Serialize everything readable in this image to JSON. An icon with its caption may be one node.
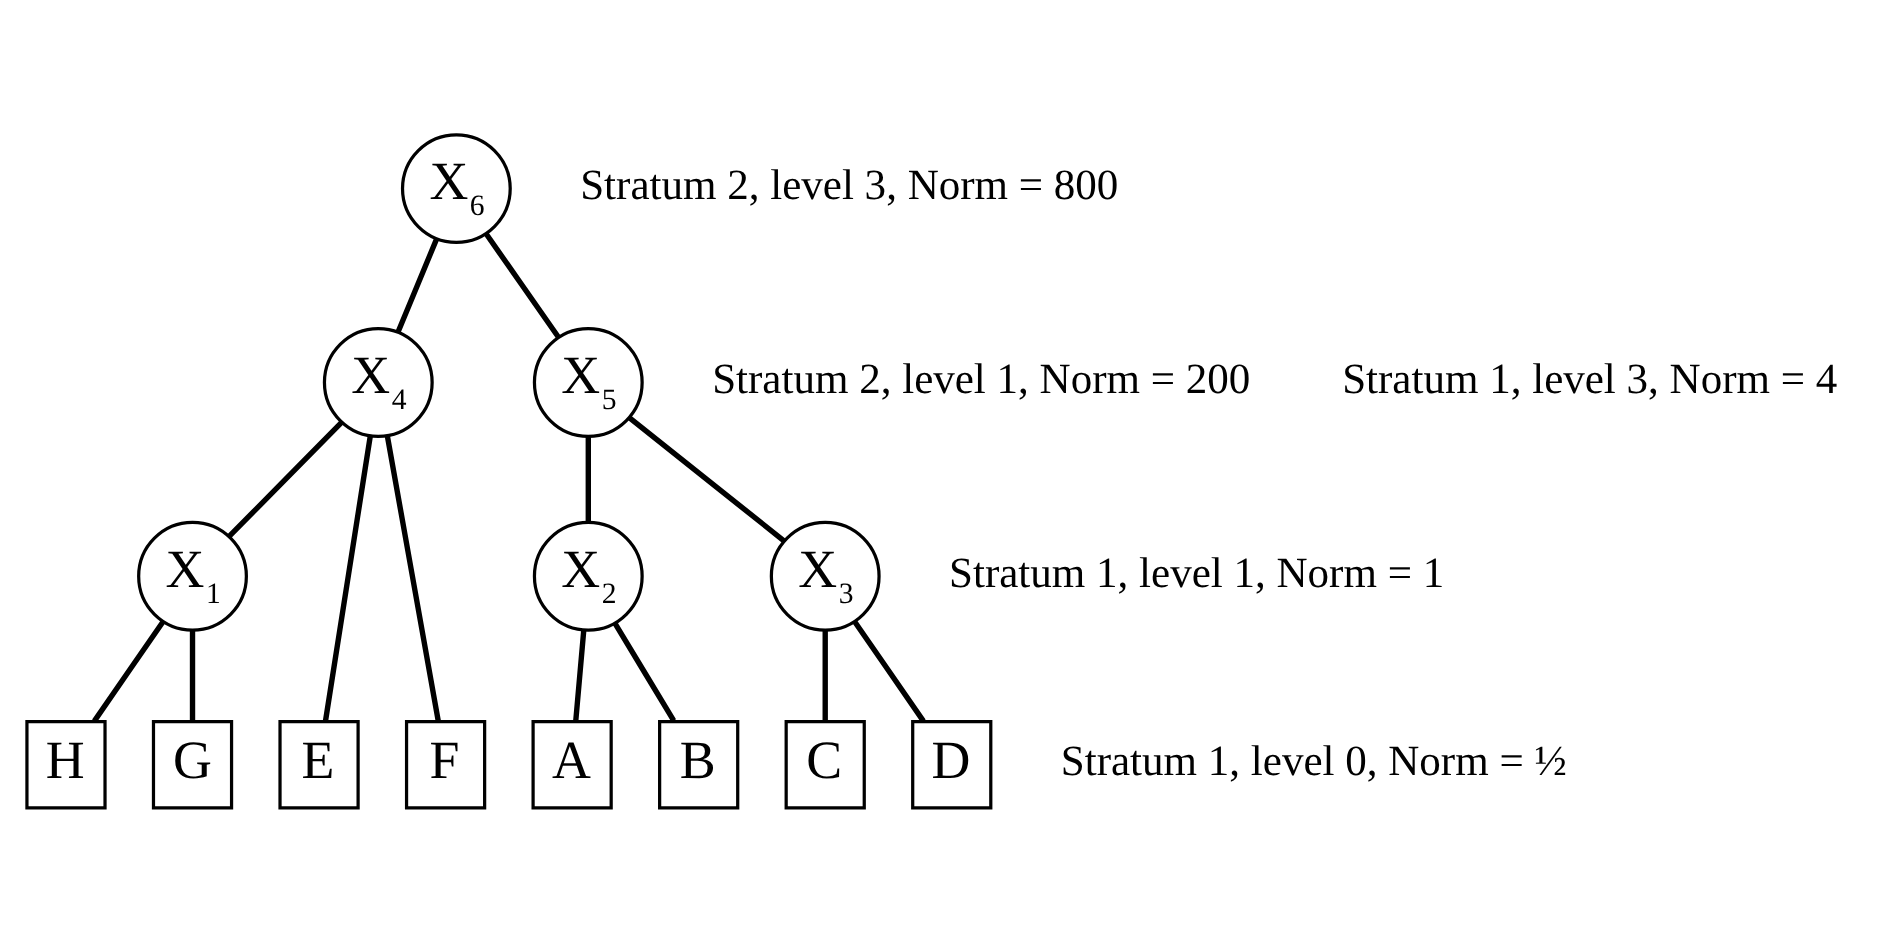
{
  "diagram": {
    "nodes": [
      {
        "text": [
          "X$_{6}$"
        ]
      },
      {
        "text": [
          "X$_{4}$"
        ]
      },
      {
        "text": [
          "X$_{5}$"
        ]
      },
      {
        "text": [
          "X$_{1}$"
        ]
      },
      {
        "text": [
          "X$_{2}$"
        ]
      },
      {
        "text": [
          "X$_{3}$"
        ]
      },
      {
        "text": [
          "H"
        ]
      },
      {
        "text": [
          "G"
        ]
      },
      {
        "text": [
          "E"
        ]
      },
      {
        "text": [
          "F"
        ]
      },
      {
        "text": [
          "A"
        ]
      },
      {
        "text": [
          "B"
        ]
      },
      {
        "text": [
          "C"
        ]
      },
      {
        "text": [
          "D"
        ]
      }
    ],
    "edges": [
      {
        "from": 0,
        "to": 1,
        "arrow": "none"
      },
      {
        "from": 0,
        "to": 2,
        "arrow": "none"
      },
      {
        "from": 1,
        "to": 3,
        "arrow": "none"
      },
      {
        "from": 1,
        "to": 8,
        "arrow": "none"
      },
      {
        "from": 1,
        "to": 9,
        "arrow": "none"
      },
      {
        "from": 2,
        "to": 4,
        "arrow": "none"
      },
      {
        "from": 2,
        "to": 5,
        "arrow": "none"
      },
      {
        "from": 3,
        "to": 6,
        "arrow": "none"
      },
      {
        "from": 3,
        "to": 7,
        "arrow": "none"
      },
      {
        "from": 4,
        "to": 10,
        "arrow": "none"
      },
      {
        "from": 4,
        "to": 11,
        "arrow": "none"
      },
      {
        "from": 5,
        "to": 12,
        "arrow": "none"
      },
      {
        "from": 5,
        "to": 13,
        "arrow": "none"
      }
    ],
    "labels": [
      "Stratum 2, level 3, Norm = 800",
      "Stratum 2, level 1, Norm = 200",
      "Stratum 1, level 3, Norm = 4",
      "Stratum 1, level 1, Norm = 1",
      "Stratum 1, level 0, Norm = ½"
    ]
  }
}
